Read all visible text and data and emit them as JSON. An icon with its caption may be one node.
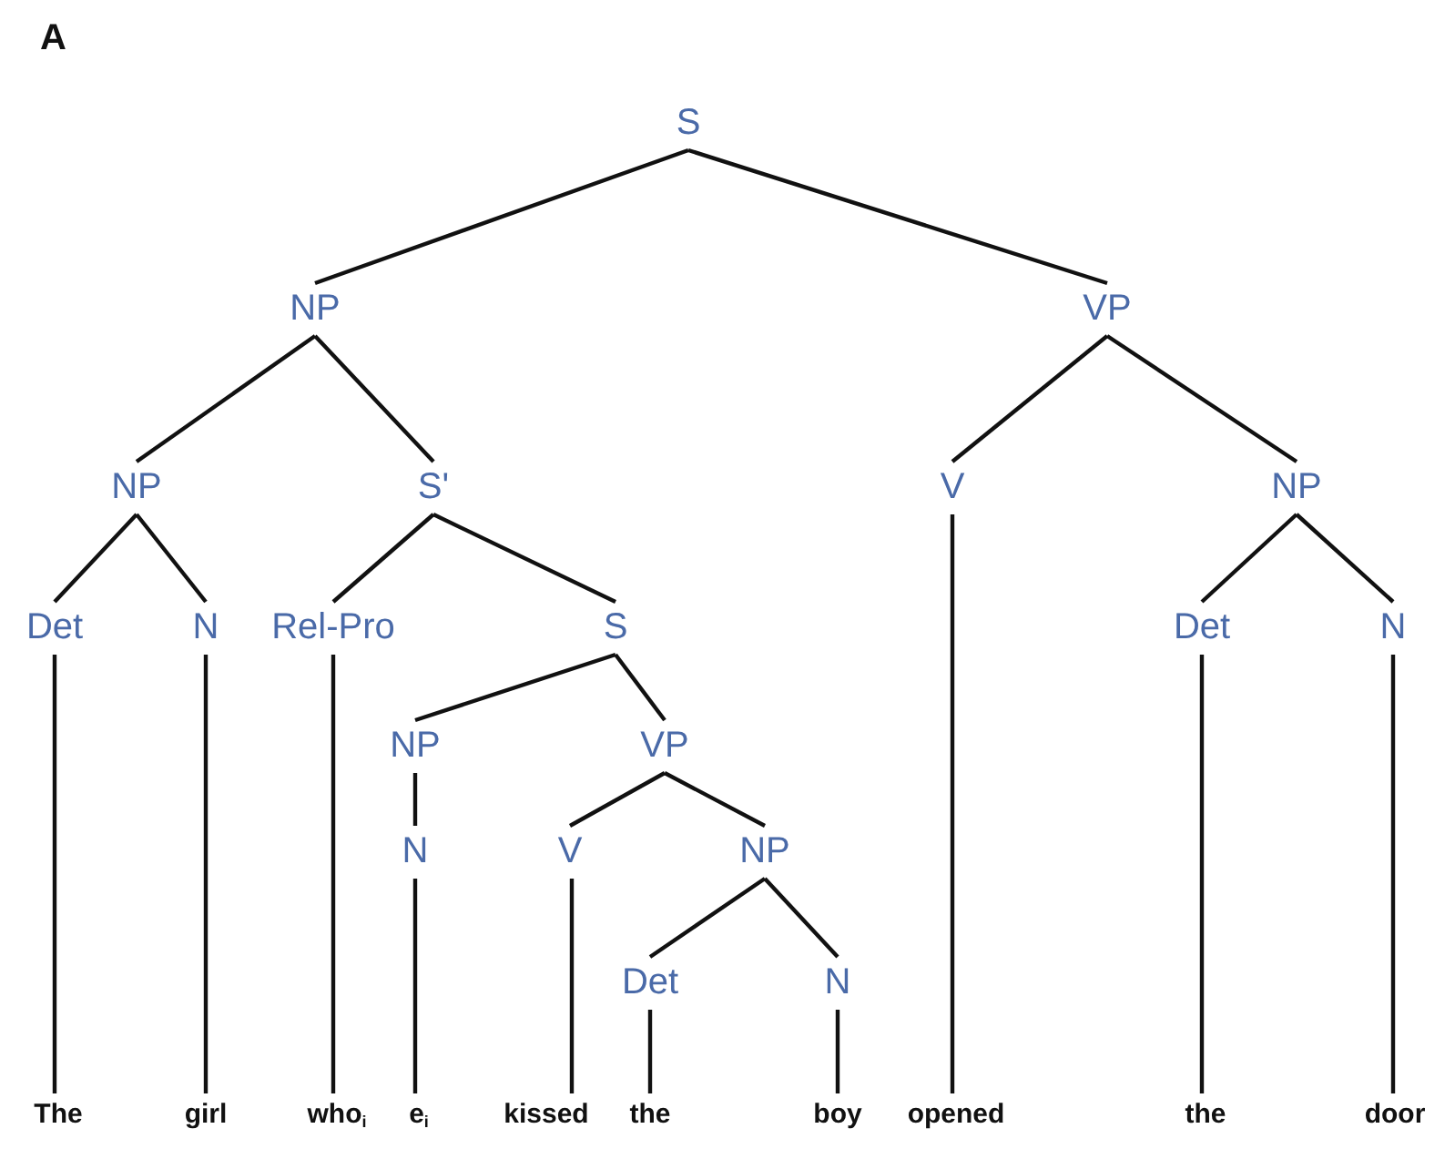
{
  "diagram": {
    "nodes": [
      {
        "text": [
          "S"
        ]
      },
      {
        "text": [
          "NP"
        ]
      },
      {
        "text": [
          "VP"
        ]
      },
      {
        "text": [
          "NP"
        ]
      },
      {
        "text": [
          "S'"
        ]
      },
      {
        "text": [
          "V"
        ]
      },
      {
        "text": [
          "NP"
        ]
      },
      {
        "text": [
          "Det"
        ]
      },
      {
        "text": [
          "N"
        ]
      },
      {
        "text": [
          "Rel-Pro"
        ]
      },
      {
        "text": [
          "S"
        ]
      },
      {
        "text": [
          "Det"
        ]
      },
      {
        "text": [
          "N"
        ]
      },
      {
        "text": [
          "NP"
        ]
      },
      {
        "text": [
          "VP"
        ]
      },
      {
        "text": [
          "N"
        ]
      },
      {
        "text": [
          "V"
        ]
      },
      {
        "text": [
          "NP"
        ]
      },
      {
        "text": [
          "Det"
        ]
      },
      {
        "text": [
          "N"
        ]
      },
      {
        "text": [
          "The"
        ]
      },
      {
        "text": [
          "girl"
        ]
      },
      {
        "text": [
          "who$_{i}$"
        ]
      },
      {
        "text": [
          "e$_{i}$"
        ]
      },
      {
        "text": [
          "kissed"
        ]
      },
      {
        "text": [
          "the"
        ]
      },
      {
        "text": [
          "boy"
        ]
      },
      {
        "text": [
          "opened"
        ]
      },
      {
        "text": [
          "the"
        ]
      },
      {
        "text": [
          "door"
        ]
      }
    ],
    "edges": [
      {
        "from": 0,
        "to": 1,
        "arrow": "none"
      },
      {
        "from": 0,
        "to": 2,
        "arrow": "none"
      },
      {
        "from": 1,
        "to": 3,
        "arrow": "none"
      },
      {
        "from": 1,
        "to": 4,
        "arrow": "none"
      },
      {
        "from": 2,
        "to": 5,
        "arrow": "none"
      },
      {
        "from": 2,
        "to": 6,
        "arrow": "none"
      },
      {
        "from": 3,
        "to": 7,
        "arrow": "none"
      },
      {
        "from": 3,
        "to": 8,
        "arrow": "none"
      },
      {
        "from": 4,
        "to": 9,
        "arrow": "none"
      },
      {
        "from": 4,
        "to": 10,
        "arrow": "none"
      },
      {
        "from": 6,
        "to": 11,
        "arrow": "none"
      },
      {
        "from": 6,
        "to": 12,
        "arrow": "none"
      },
      {
        "from": 10,
        "to": 13,
        "arrow": "none"
      },
      {
        "from": 10,
        "to": 14,
        "arrow": "none"
      },
      {
        "from": 13,
        "to": 15,
        "arrow": "none"
      },
      {
        "from": 14,
        "to": 16,
        "arrow": "none"
      },
      {
        "from": 14,
        "to": 17,
        "arrow": "none"
      },
      {
        "from": 17,
        "to": 18,
        "arrow": "none"
      },
      {
        "from": 17,
        "to": 19,
        "arrow": "none"
      },
      {
        "from": 7,
        "to": 20,
        "arrow": "none"
      },
      {
        "from": 8,
        "to": 21,
        "arrow": "none"
      },
      {
        "from": 9,
        "to": 22,
        "arrow": "none"
      },
      {
        "from": 15,
        "to": 23,
        "arrow": "none"
      },
      {
        "from": 16,
        "to": 24,
        "arrow": "none"
      },
      {
        "from": 18,
        "to": 25,
        "arrow": "none"
      },
      {
        "from": 19,
        "to": 26,
        "arrow": "none"
      },
      {
        "from": 5,
        "to": 27,
        "arrow": "none"
      },
      {
        "from": 11,
        "to": 28,
        "arrow": "none"
      },
      {
        "from": 12,
        "to": 29,
        "arrow": "none"
      }
    ],
    "labels": [
      "A"
    ]
  }
}
